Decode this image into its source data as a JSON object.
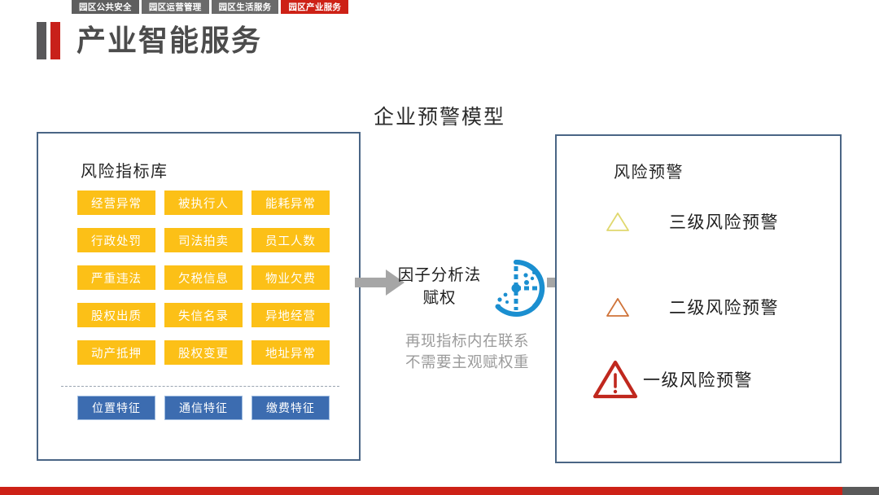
{
  "tabs": [
    {
      "label": "园区公共安全",
      "active": false,
      "style": "gray"
    },
    {
      "label": "园区运营管理",
      "active": false,
      "style": "gray2"
    },
    {
      "label": "园区生活服务",
      "active": false,
      "style": "gray2"
    },
    {
      "label": "园区产业服务",
      "active": true,
      "style": "red"
    }
  ],
  "header": {
    "page_title": "产业智能服务",
    "accent_red": "#c8201a",
    "accent_gray": "#59585a"
  },
  "center_heading": "企业预警模型",
  "left_panel": {
    "title": "风险指标库",
    "border_color": "#4a6585",
    "yellow_color": "#fcc017",
    "blue_color": "#3c6cb0",
    "yellow_tags": [
      "经营异常",
      "被执行人",
      "能耗异常",
      "行政处罚",
      "司法拍卖",
      "员工人数",
      "严重违法",
      "欠税信息",
      "物业欠费",
      "股权出质",
      "失信名录",
      "异地经营",
      "动产抵押",
      "股权变更",
      "地址异常"
    ],
    "blue_tags": [
      "位置特征",
      "通信特征",
      "缴费特征"
    ]
  },
  "center": {
    "method_line1": "因子分析法",
    "method_line2": "赋权",
    "icon": "scatter-analysis-icon",
    "note_line1": "再现指标内在联系",
    "note_line2": "不需要主观赋权重",
    "icon_color": "#1b8fd0",
    "note_color": "#9b9b9b",
    "arrow_color": "#a6a6a6"
  },
  "right_panel": {
    "title": "风险预警",
    "border_color": "#4a6585",
    "levels": [
      {
        "label": "三级风险预警",
        "icon": "warning-triangle-icon",
        "color": "#e8e07a"
      },
      {
        "label": "二级风险预警",
        "icon": "warning-triangle-icon",
        "color": "#d4743a"
      },
      {
        "label": "一级风险预警",
        "icon": "warning-triangle-exclamation-icon",
        "color": "#c0281e"
      }
    ]
  },
  "footer": {
    "red_color": "#cd2116",
    "gray_color": "#5a5a5a"
  }
}
